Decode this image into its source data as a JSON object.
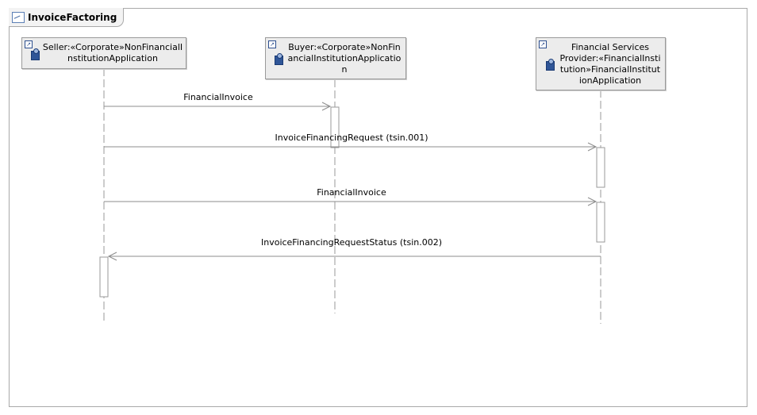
{
  "frame": {
    "title": "InvoiceFactoring"
  },
  "lifelines": [
    {
      "id": "seller",
      "label": "Seller:«Corporate»NonFinancialInstitutionApplication",
      "lines": [
        "Seller:«Corporate»NonFinancialI",
        "nstitutionApplication"
      ]
    },
    {
      "id": "buyer",
      "label": "Buyer:«Corporate»NonFinancialInstitutionApplication",
      "lines": [
        "Buyer:«Corporate»NonFin",
        "ancialInstitutionApplicatio",
        "n"
      ]
    },
    {
      "id": "fsp",
      "label": "Financial Services Provider:«FinancialInstitution»FinancialInstitutionApplication",
      "lines": [
        "Financial Services",
        "Provider:«FinancialInsti",
        "tution»FinancialInstitut",
        "ionApplication"
      ]
    }
  ],
  "messages": [
    {
      "label": "FinancialInvoice",
      "from": "seller",
      "to": "buyer"
    },
    {
      "label": "InvoiceFinancingRequest (tsin.001)",
      "from": "seller",
      "to": "fsp"
    },
    {
      "label": "FinancialInvoice",
      "from": "seller",
      "to": "fsp"
    },
    {
      "label": "InvoiceFinancingRequestStatus (tsin.002)",
      "from": "fsp",
      "to": "seller"
    }
  ],
  "colors": {
    "line": "#9a9a9a",
    "arrow": "#8c8c8c",
    "header_fill": "#ececec",
    "icon": "#2f5597"
  }
}
